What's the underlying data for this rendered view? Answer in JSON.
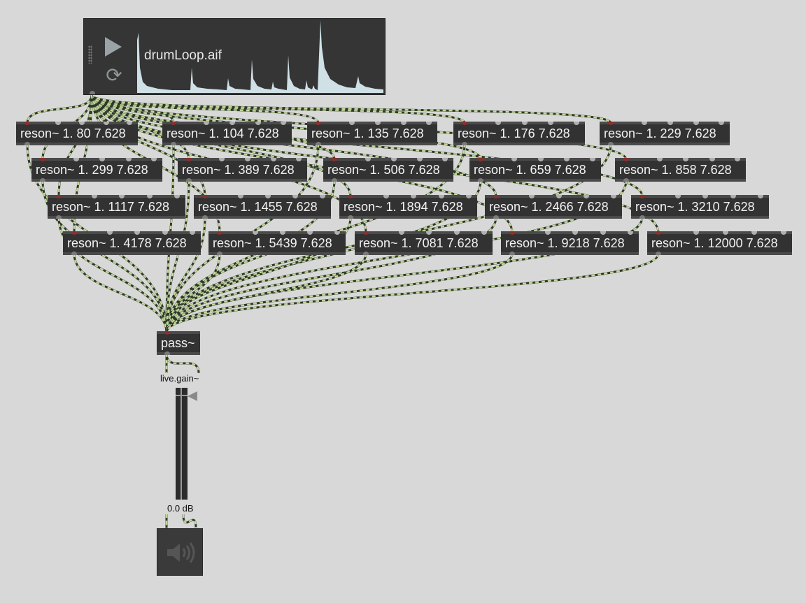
{
  "player": {
    "filename": "drumLoop.aif",
    "icons": [
      "play-icon",
      "loop-icon"
    ]
  },
  "reson_objects": [
    "reson~ 1. 80 7.628",
    "reson~ 1. 104 7.628",
    "reson~ 1. 135 7.628",
    "reson~ 1. 176 7.628",
    "reson~ 1. 229 7.628",
    "reson~ 1. 299 7.628",
    "reson~ 1. 389 7.628",
    "reson~ 1. 506 7.628",
    "reson~ 1. 659 7.628",
    "reson~ 1. 858 7.628",
    "reson~ 1. 1117 7.628",
    "reson~ 1. 1455 7.628",
    "reson~ 1. 1894 7.628",
    "reson~ 1. 2466 7.628",
    "reson~ 1. 3210 7.628",
    "reson~ 1. 4178 7.628",
    "reson~ 1. 5439 7.628",
    "reson~ 1. 7081 7.628",
    "reson~ 1. 9218 7.628",
    "reson~ 1. 12000 7.628"
  ],
  "pass": {
    "label": "pass~"
  },
  "gain": {
    "label": "live.gain~",
    "value": "0.0 dB",
    "level": 0.0
  },
  "dac": {
    "icon": "speaker-icon"
  },
  "colors": {
    "canvas": "#d8d8d8",
    "object_bg": "#323232",
    "object_text": "#f2f2f2",
    "signal_cord_a": "#2c3a2a",
    "signal_cord_b": "#c7d79a"
  }
}
